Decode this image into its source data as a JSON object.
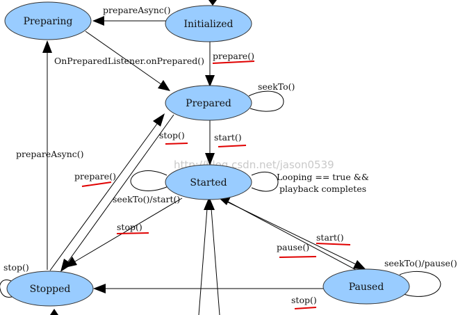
{
  "states": {
    "preparing": "Preparing",
    "initialized": "Initialized",
    "prepared": "Prepared",
    "started": "Started",
    "paused": "Paused",
    "stopped": "Stopped"
  },
  "transitions": {
    "initialized_to_preparing": "prepareAsync()",
    "preparing_to_prepared": "OnPreparedListener.onPrepared()",
    "initialized_to_prepared": "prepare()",
    "prepared_self": "seekTo()",
    "prepared_to_started": "start()",
    "prepared_to_stopped": "stop()",
    "stopped_to_prepared": "prepare()",
    "started_self_left": "seekTo()/start()",
    "started_self_right_line1": "Looping == true &&",
    "started_self_right_line2": "playback completes",
    "started_to_stopped": "stop()",
    "paused_to_started": "start()",
    "started_to_paused": "pause()",
    "paused_self": "seekTo()/pause()",
    "paused_to_stopped": "stop()",
    "stopped_to_preparing": "prepareAsync()",
    "stopped_self": "stop()"
  },
  "watermark": "http://blog.csdn.net/jason0539",
  "colors": {
    "state_fill": "#99ccff",
    "underline": "#e00000",
    "line": "#000000"
  }
}
